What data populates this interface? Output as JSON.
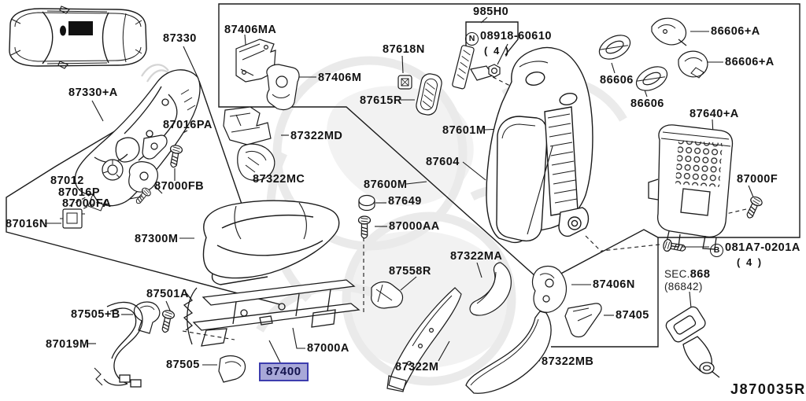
{
  "diagram_code": "J870035R",
  "highlight": {
    "text": "87400",
    "bg": "#a8a8d8",
    "border": "#3d3dae",
    "text_color": "#14144e"
  },
  "sec_ref": {
    "prefix": "SEC.",
    "code": "868",
    "sub": "(86842)"
  },
  "circled": [
    {
      "prefix": "N",
      "number": "08918-60610",
      "qty": "( 4 )"
    },
    {
      "prefix": "B",
      "number": "081A7-0201A",
      "qty": "( 4 )"
    }
  ],
  "labels": [
    {
      "text": "87330"
    },
    {
      "text": "87330+A"
    },
    {
      "text": "87016PA"
    },
    {
      "text": "87012"
    },
    {
      "text": "87016P"
    },
    {
      "text": "87000FB"
    },
    {
      "text": "87000FA"
    },
    {
      "text": "87016N"
    },
    {
      "text": "87300M"
    },
    {
      "text": "87406MA"
    },
    {
      "text": "87406M"
    },
    {
      "text": "87618N"
    },
    {
      "text": "87615R"
    },
    {
      "text": "985H0"
    },
    {
      "text": "87601M"
    },
    {
      "text": "87604"
    },
    {
      "text": "87600M"
    },
    {
      "text": "87649"
    },
    {
      "text": "87000AA"
    },
    {
      "text": "87322MD"
    },
    {
      "text": "87322MC"
    },
    {
      "text": "87322MA"
    },
    {
      "text": "86606+A"
    },
    {
      "text": "86606+A"
    },
    {
      "text": "86606"
    },
    {
      "text": "86606"
    },
    {
      "text": "87640+A"
    },
    {
      "text": "87000F"
    },
    {
      "text": "87406N"
    },
    {
      "text": "87405"
    },
    {
      "text": "87322MB"
    },
    {
      "text": "87558R"
    },
    {
      "text": "87000A"
    },
    {
      "text": "87322M"
    },
    {
      "text": "87501A"
    },
    {
      "text": "87505+B"
    },
    {
      "text": "87019M"
    },
    {
      "text": "87505"
    }
  ],
  "icons": [
    "car-top-view",
    "seat-side-frame",
    "seat-back",
    "seat-cushion",
    "seat-rails",
    "back-panel",
    "seat-belt-buckle",
    "screw-icon",
    "nut-icon",
    "cap-icon",
    "headrest-hook",
    "wire-harness"
  ],
  "colors": {
    "line": "#1a1a1a",
    "watermark": "#e4e4e4",
    "background": "#ffffff"
  }
}
